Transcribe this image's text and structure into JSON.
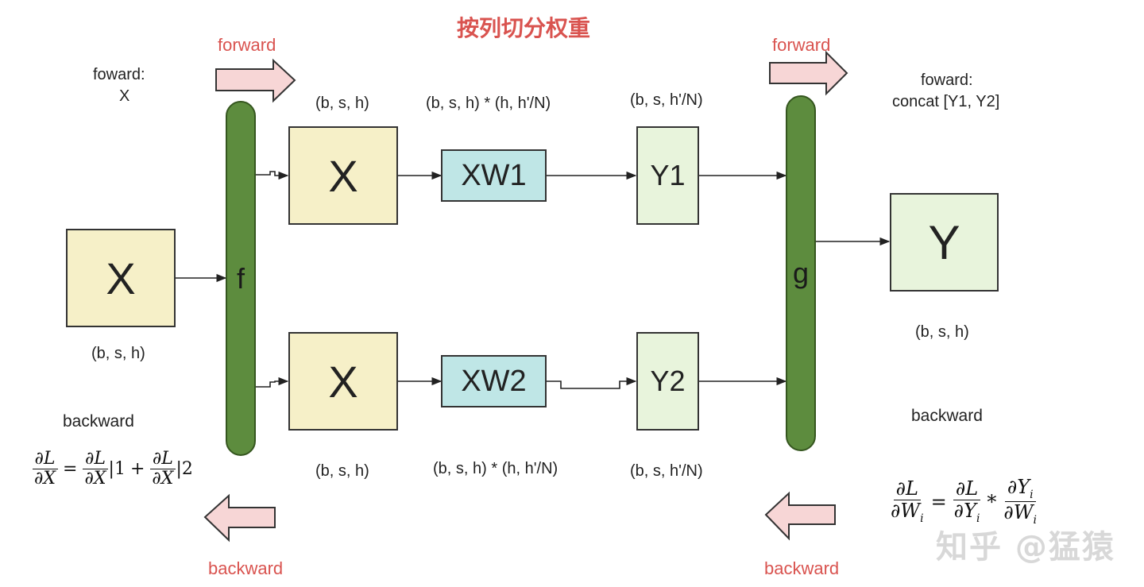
{
  "title": "按列切分权重",
  "labels": {
    "forward_left": "forward",
    "forward_right": "forward",
    "backward_left": "backward",
    "backward_right": "backward",
    "foward_x_line1": "foward:",
    "foward_x_line2": "X",
    "foward_concat_line1": "foward:",
    "foward_concat_line2": "concat [Y1, Y2]",
    "backward_text_left": "backward",
    "backward_text_right": "backward"
  },
  "nodes": {
    "x_input": "X",
    "f": "f",
    "x_top": "X",
    "x_bottom": "X",
    "xw1": "XW1",
    "xw2": "XW2",
    "y1": "Y1",
    "y2": "Y2",
    "g": "g",
    "y_out": "Y"
  },
  "shapes": {
    "x_input": "(b, s, h)",
    "x_top": "(b, s, h)",
    "xw1": "(b, s, h) * (h, h'/N)",
    "y1": "(b, s,  h'/N)",
    "x_bottom": "(b, s, h)",
    "xw2": "(b, s, h) * (h, h'/N)",
    "y2": "(b, s,  h'/N)",
    "y_out": "(b, s, h)"
  },
  "formulas": {
    "left": {
      "lhs_num": "∂L",
      "lhs_den": "∂X",
      "eq": "=",
      "t1_num": "∂L",
      "t1_den": "∂X",
      "t1_sub": "|1",
      "plus": "+",
      "t2_num": "∂L",
      "t2_den": "∂X",
      "t2_sub": "|2"
    },
    "right": {
      "lhs_num": "∂L",
      "lhs_den": "∂W",
      "lhs_sub": "i",
      "eq": "=",
      "t1_num": "∂L",
      "t1_den": "∂Y",
      "t1_sub": "i",
      "times": "*",
      "t2_num": "∂Y",
      "t2_num_sub": "i",
      "t2_den": "∂W",
      "t2_den_sub": "i"
    }
  },
  "watermark": "知乎 @猛猿",
  "colors": {
    "accent_red": "#d9534f",
    "arrow_fill": "#f7d6d6",
    "bar_green": "#5d8c3e",
    "box_yellow": "#f6f0c8",
    "box_cyan": "#bfe6e6",
    "box_green": "#e8f4dc"
  }
}
